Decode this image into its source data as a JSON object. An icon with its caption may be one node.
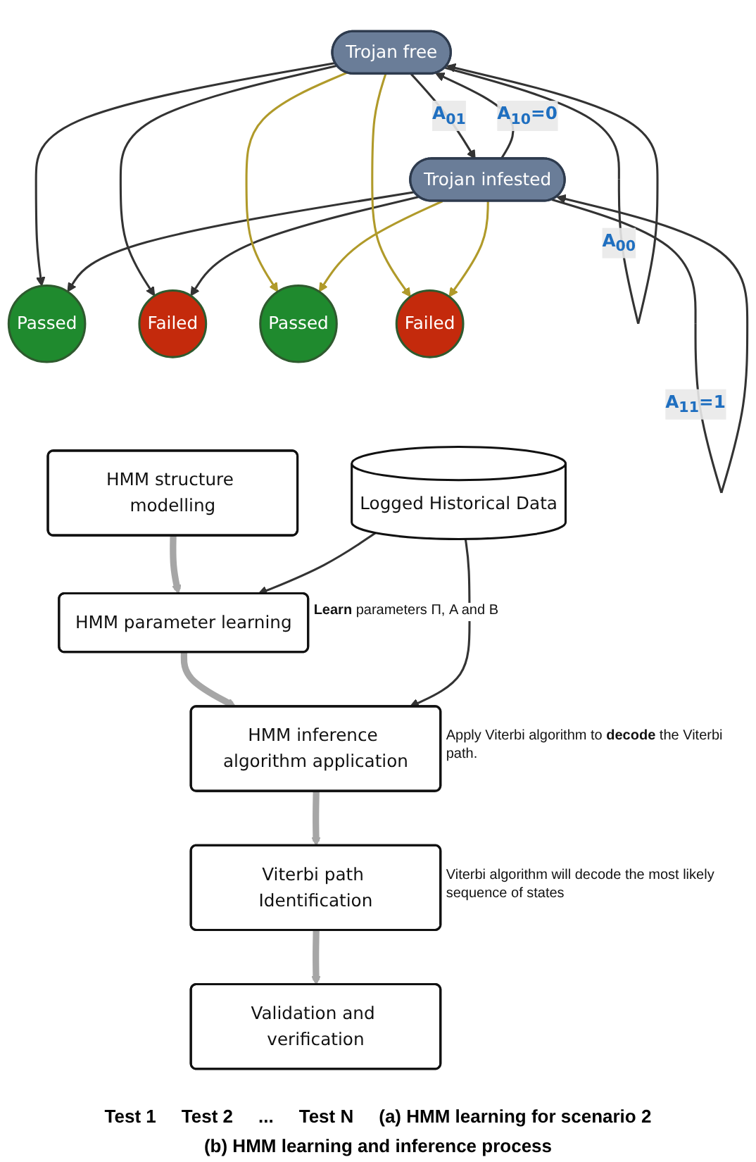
{
  "diagram": {
    "nodes": [
      {
        "text": [
          "Trojan free"
        ]
      },
      {
        "text": [
          "Trojan infested"
        ]
      },
      {
        "text": [
          "Passed"
        ]
      },
      {
        "text": [
          "Failed"
        ]
      },
      {
        "text": [
          "Passed"
        ]
      },
      {
        "text": [
          "Failed"
        ]
      },
      {
        "text": [
          "Logged Historical Data"
        ]
      },
      {
        "text": [
          "HMM structure modelling"
        ]
      },
      {
        "text": [
          "HMM parameter learning"
        ],
        "beside": [
          "**Learn** parameters Π, A and B"
        ]
      },
      {
        "text": [
          "HMM inference algorithm application"
        ],
        "beside": [
          "Apply Viterbi algorithm to **decode** the Viterbi path."
        ]
      },
      {
        "text": [
          "Viterbi path Identification"
        ],
        "beside": [
          "Viterbi algorithm will decode the most likely sequence of states"
        ]
      },
      {
        "text": [
          "Validation and verification"
        ]
      }
    ],
    "edges": [
      {
        "from": 0,
        "to": 0,
        "arrow": "to",
        "label": "A$_{00}$"
      },
      {
        "from": 0,
        "to": 1,
        "arrow": "to",
        "label": "A$_{01}$"
      },
      {
        "from": 1,
        "to": 0,
        "arrow": "to",
        "label": "A$_{10}$=0"
      },
      {
        "from": 1,
        "to": 1,
        "arrow": "to",
        "label": "A$_{11}$=1"
      },
      {
        "from": 0,
        "to": 2,
        "arrow": "to"
      },
      {
        "from": 0,
        "to": 3,
        "arrow": "to"
      },
      {
        "from": 1,
        "to": 2,
        "arrow": "to"
      },
      {
        "from": 1,
        "to": 3,
        "arrow": "to"
      },
      {
        "from": 0,
        "to": 4,
        "arrow": "to",
        "color": "#b09a2a"
      },
      {
        "from": 0,
        "to": 5,
        "arrow": "to",
        "color": "#b09a2a"
      },
      {
        "from": 1,
        "to": 4,
        "arrow": "to",
        "color": "#b09a2a"
      },
      {
        "from": 1,
        "to": 5,
        "arrow": "to",
        "color": "#b09a2a"
      },
      {
        "from": 7,
        "to": 8,
        "arrow": "to",
        "style": "thick",
        "color": "#a6a6a6"
      },
      {
        "from": 8,
        "to": 9,
        "arrow": "to",
        "style": "thick",
        "color": "#a6a6a6"
      },
      {
        "from": 9,
        "to": 10,
        "arrow": "to",
        "style": "thick",
        "color": "#a6a6a6"
      },
      {
        "from": 10,
        "to": 11,
        "arrow": "to",
        "style": "thick",
        "color": "#a6a6a6"
      },
      {
        "from": 6,
        "to": 8,
        "arrow": "to"
      },
      {
        "from": 6,
        "to": 9,
        "arrow": "to"
      }
    ],
    "labels": [
      "Test 1",
      "Test 2",
      "...",
      "Test N",
      "(a) HMM learning for scenario 2",
      "(b) HMM learning and inference process"
    ]
  }
}
